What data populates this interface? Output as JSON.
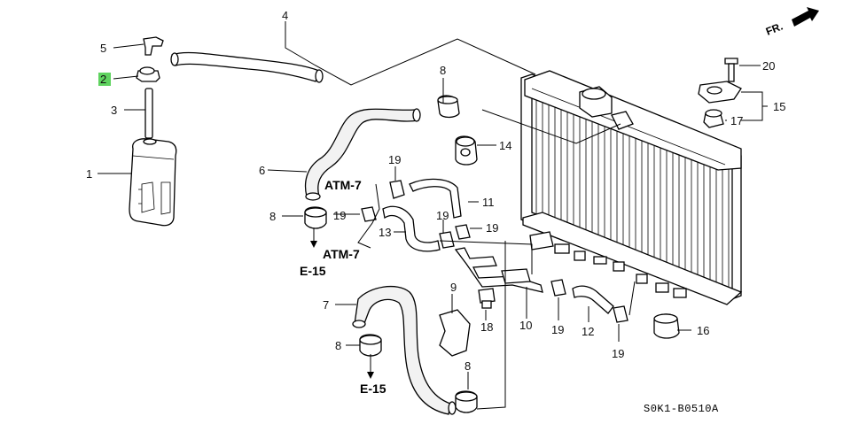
{
  "diagram": {
    "title": "",
    "orientation_label": "FR.",
    "diagram_code": "S0K1-B0510A",
    "highlight_color": "#5fd35f",
    "part_numbers": {
      "p1": "1",
      "p2": "2",
      "p3": "3",
      "p4": "4",
      "p5": "5",
      "p6": "6",
      "p7": "7",
      "p8a": "8",
      "p8b": "8",
      "p8c": "8",
      "p8d": "8",
      "p9": "9",
      "p10": "10",
      "p11": "11",
      "p12": "12",
      "p13": "13",
      "p14": "14",
      "p15": "15",
      "p16": "16",
      "p17": "17",
      "p18": "18",
      "p19a": "19",
      "p19b": "19",
      "p19c": "19",
      "p19d": "19",
      "p19e": "19",
      "p19f": "19",
      "p20": "20"
    },
    "references": {
      "atm_top": "ATM-7",
      "atm_bottom": "ATM-7",
      "e15_top": "E-15",
      "e15_bottom": "E-15"
    }
  }
}
